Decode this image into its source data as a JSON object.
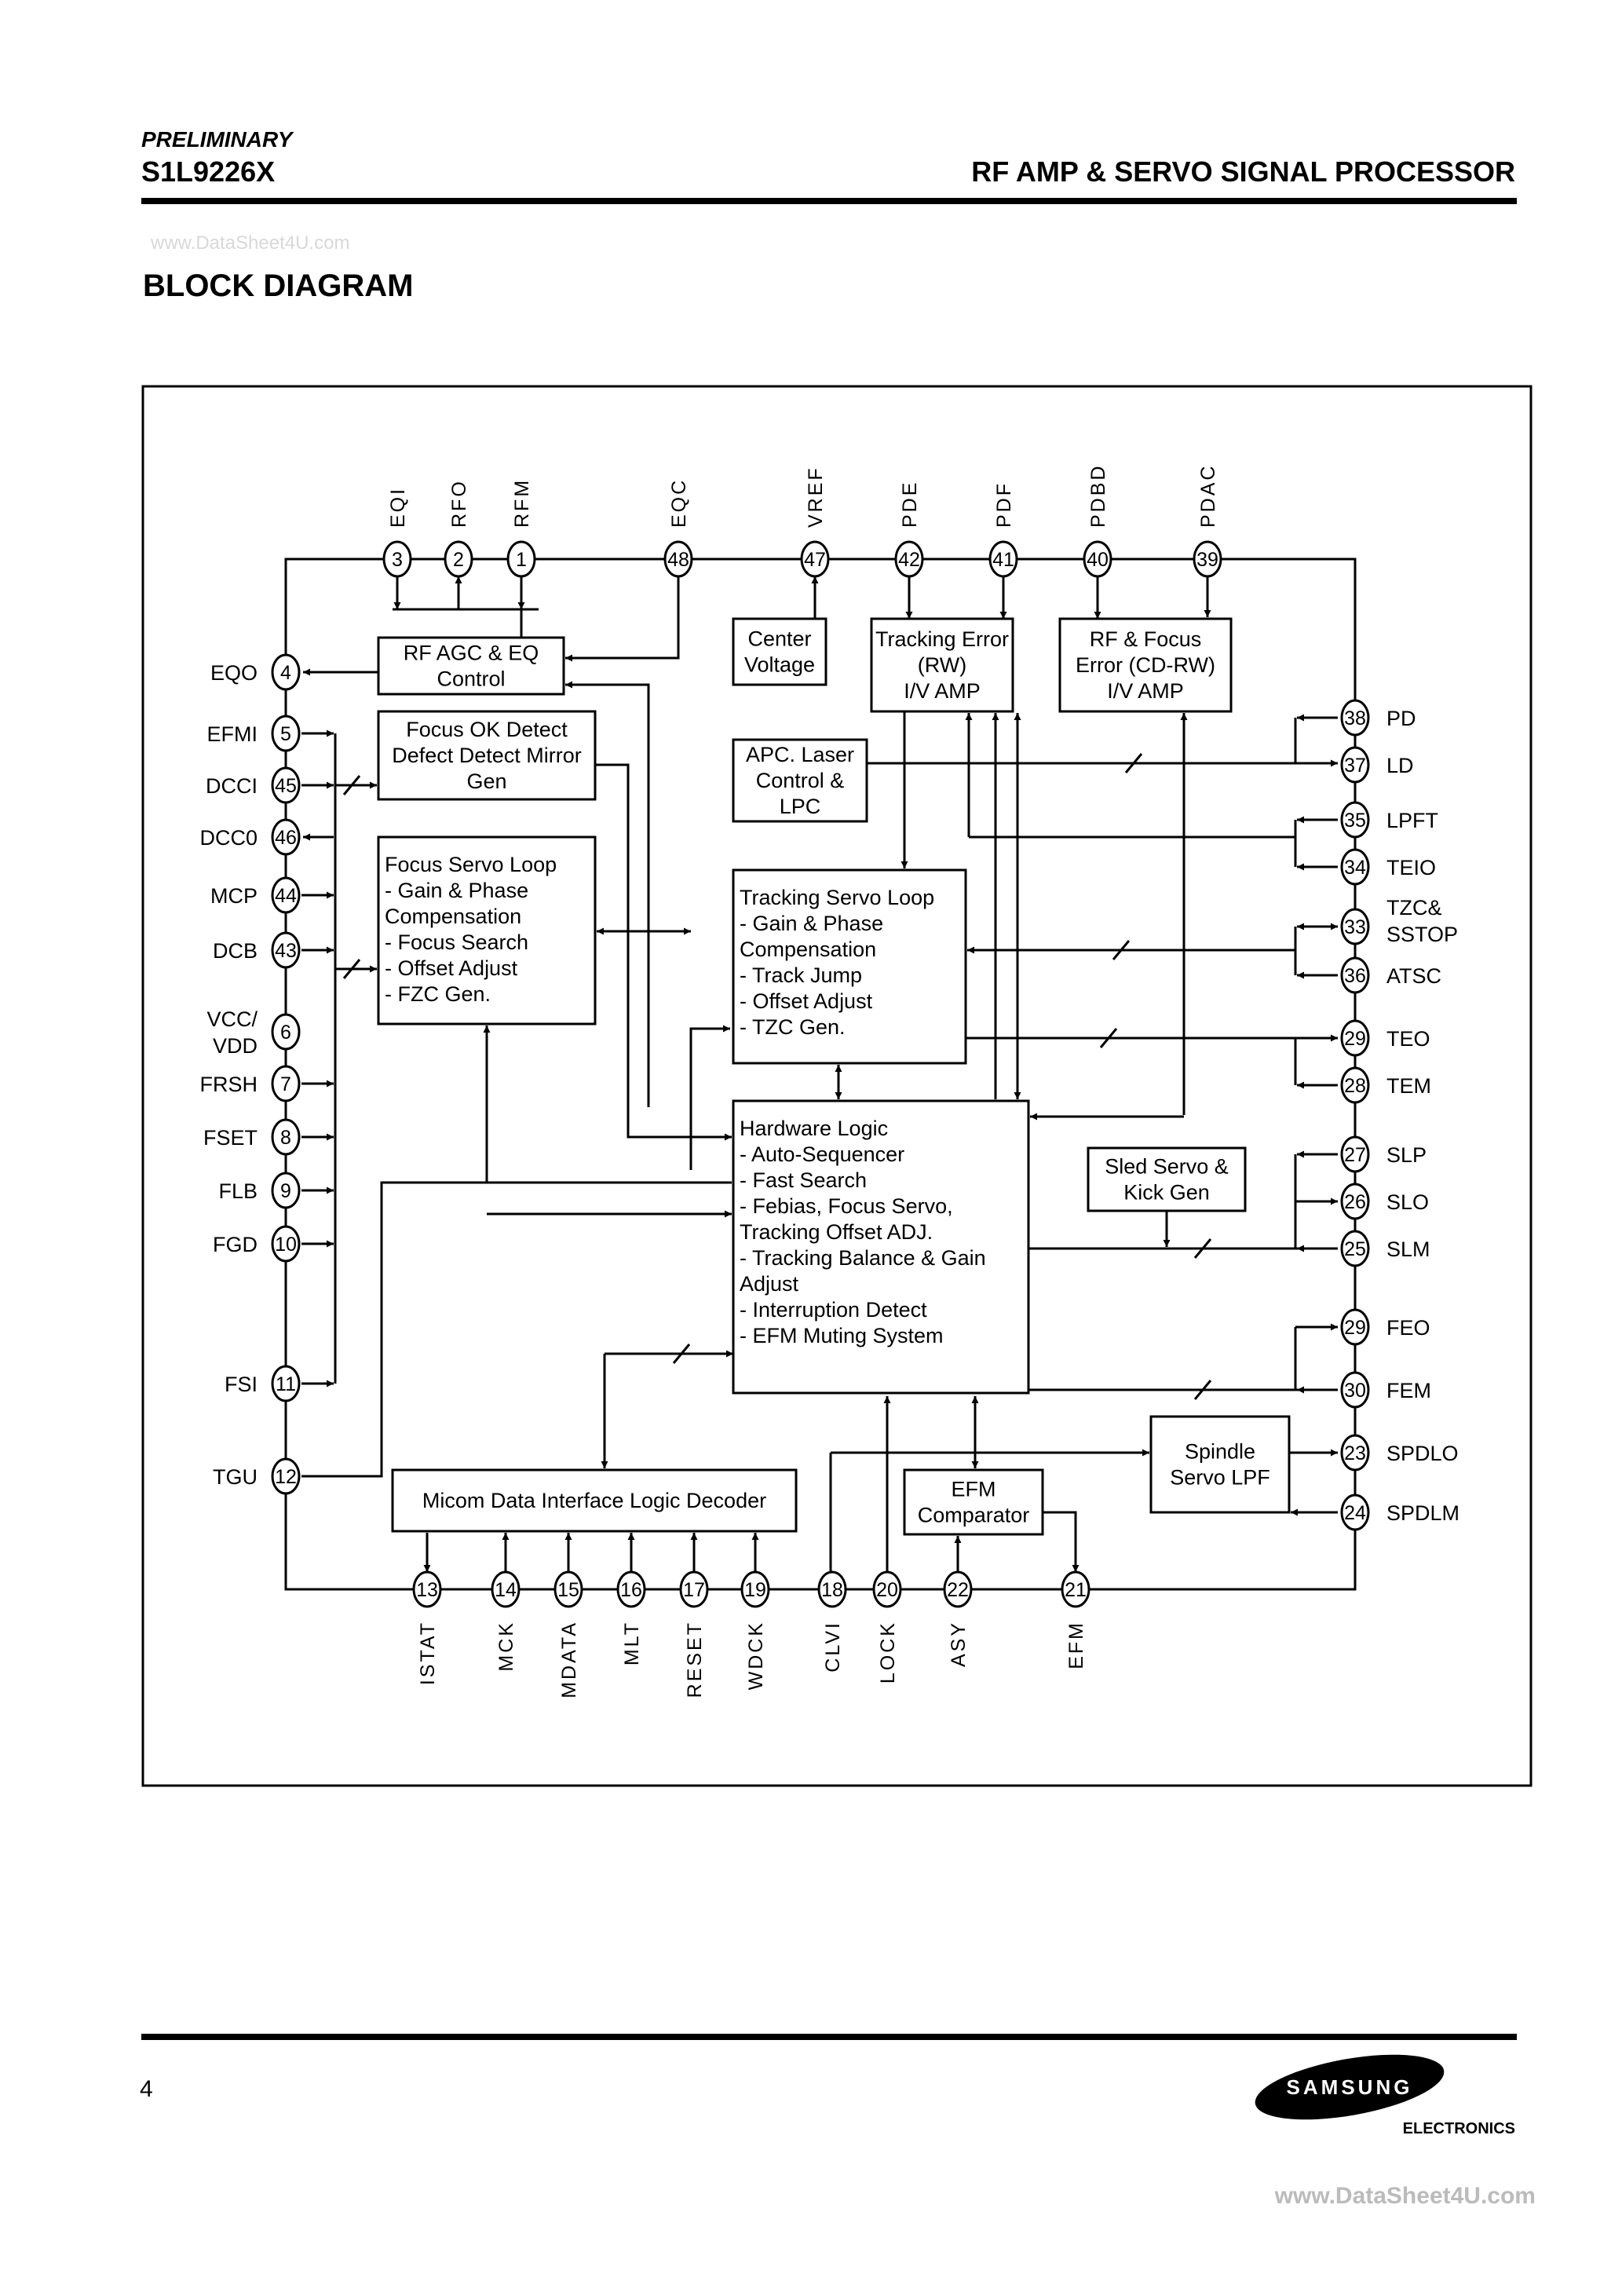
{
  "header": {
    "status": "PRELIMINARY",
    "part_number": "S1L9226X",
    "doc_title": "RF AMP & SERVO SIGNAL PROCESSOR",
    "watermark": "www.DataSheet4U.com"
  },
  "section_title": "BLOCK DIAGRAM",
  "footer": {
    "page_number": "4",
    "logo_brand": "SAMSUNG",
    "logo_subtitle": "ELECTRONICS",
    "watermark": "www.DataSheet4U.com"
  },
  "diagram": {
    "blocks": [
      {
        "id": "rf-agc-eq",
        "lines": [
          "RF AGC & EQ",
          "Control"
        ],
        "align": "center"
      },
      {
        "id": "focus-ok-detect",
        "lines": [
          "Focus OK Detect",
          "Defect Detect Mirror",
          "Gen"
        ],
        "align": "center"
      },
      {
        "id": "focus-servo-loop",
        "lines": [
          "Focus Servo Loop",
          "- Gain & Phase",
          "  Compensation",
          "- Focus Search",
          "- Offset Adjust",
          "- FZC Gen."
        ],
        "align": "left"
      },
      {
        "id": "center-voltage",
        "lines": [
          "Center",
          "Voltage"
        ],
        "align": "center"
      },
      {
        "id": "tracking-error-amp",
        "lines": [
          "Tracking Error",
          "(RW)",
          "I/V AMP"
        ],
        "align": "center"
      },
      {
        "id": "rf-focus-error-amp",
        "lines": [
          "RF & Focus",
          "Error (CD-RW)",
          "I/V AMP"
        ],
        "align": "center"
      },
      {
        "id": "apc-laser",
        "lines": [
          "APC. Laser",
          "Control &",
          "LPC"
        ],
        "align": "center"
      },
      {
        "id": "tracking-servo-loop",
        "lines": [
          "Tracking Servo Loop",
          "- Gain & Phase",
          "  Compensation",
          "- Track Jump",
          "- Offset Adjust",
          "- TZC Gen."
        ],
        "align": "left"
      },
      {
        "id": "hardware-logic",
        "lines": [
          "Hardware Logic",
          "- Auto-Sequencer",
          "- Fast Search",
          "- Febias, Focus Servo,",
          "  Tracking Offset ADJ.",
          "- Tracking Balance & Gain",
          "  Adjust",
          "- Interruption Detect",
          "- EFM Muting System"
        ],
        "align": "left"
      },
      {
        "id": "sled-servo",
        "lines": [
          "Sled Servo &",
          "Kick Gen"
        ],
        "align": "center"
      },
      {
        "id": "micom-interface",
        "lines": [
          "Micom Data Interface Logic Decoder"
        ],
        "align": "center"
      },
      {
        "id": "efm-comparator",
        "lines": [
          "EFM",
          "Comparator"
        ],
        "align": "center"
      },
      {
        "id": "spindle-servo-lpf",
        "lines": [
          "Spindle",
          "Servo LPF"
        ],
        "align": "center"
      }
    ],
    "pins_top": [
      {
        "num": "3",
        "name": "EQI"
      },
      {
        "num": "2",
        "name": "RFO"
      },
      {
        "num": "1",
        "name": "RFM"
      },
      {
        "num": "48",
        "name": "EQC"
      },
      {
        "num": "47",
        "name": "VREF"
      },
      {
        "num": "42",
        "name": "PDE"
      },
      {
        "num": "41",
        "name": "PDF"
      },
      {
        "num": "40",
        "name": "PDBD"
      },
      {
        "num": "39",
        "name": "PDAC"
      }
    ],
    "pins_left": [
      {
        "num": "4",
        "name": "EQO"
      },
      {
        "num": "5",
        "name": "EFMI"
      },
      {
        "num": "45",
        "name": "DCCI"
      },
      {
        "num": "46",
        "name": "DCC0"
      },
      {
        "num": "44",
        "name": "MCP"
      },
      {
        "num": "43",
        "name": "DCB"
      },
      {
        "num": "6",
        "name": "VCC/\nVDD"
      },
      {
        "num": "7",
        "name": "FRSH"
      },
      {
        "num": "8",
        "name": "FSET"
      },
      {
        "num": "9",
        "name": "FLB"
      },
      {
        "num": "10",
        "name": "FGD"
      },
      {
        "num": "11",
        "name": "FSI"
      },
      {
        "num": "12",
        "name": "TGU"
      }
    ],
    "pins_right": [
      {
        "num": "38",
        "name": "PD"
      },
      {
        "num": "37",
        "name": "LD"
      },
      {
        "num": "35",
        "name": "LPFT"
      },
      {
        "num": "34",
        "name": "TEIO"
      },
      {
        "num": "33",
        "name": "TZC&\nSSTOP"
      },
      {
        "num": "36",
        "name": "ATSC"
      },
      {
        "num": "29",
        "name": "TEO"
      },
      {
        "num": "28",
        "name": "TEM"
      },
      {
        "num": "27",
        "name": "SLP"
      },
      {
        "num": "26",
        "name": "SLO"
      },
      {
        "num": "25",
        "name": "SLM"
      },
      {
        "num": "29",
        "name": "FEO"
      },
      {
        "num": "30",
        "name": "FEM"
      },
      {
        "num": "23",
        "name": "SPDLO"
      },
      {
        "num": "24",
        "name": "SPDLM"
      }
    ],
    "pins_bottom": [
      {
        "num": "13",
        "name": "ISTAT"
      },
      {
        "num": "14",
        "name": "MCK"
      },
      {
        "num": "15",
        "name": "MDATA"
      },
      {
        "num": "16",
        "name": "MLT"
      },
      {
        "num": "17",
        "name": "RESET"
      },
      {
        "num": "19",
        "name": "WDCK"
      },
      {
        "num": "18",
        "name": "CLVI"
      },
      {
        "num": "20",
        "name": "LOCK"
      },
      {
        "num": "22",
        "name": "ASY"
      },
      {
        "num": "21",
        "name": "EFM"
      }
    ]
  }
}
